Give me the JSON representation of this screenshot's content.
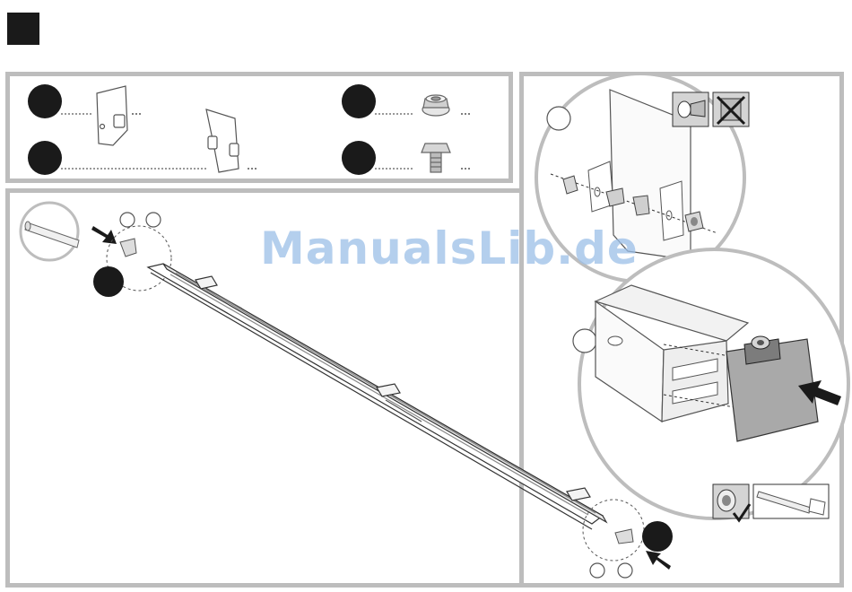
{
  "watermark": "ManualsLib.de",
  "icons": {
    "step_marker": "filled-square",
    "part_markers": "filled-circle",
    "callouts": "empty-circle",
    "arrows": "solid-arrow",
    "tool_icons": [
      "wrench-nut-icon",
      "no-wrench-icon",
      "socket-nut-icon",
      "check-icon",
      "rail-tool-icon"
    ]
  },
  "colors": {
    "marker": "#1a1a1a",
    "frame": "#bdbdbd",
    "watermark": "#9bbfe8"
  }
}
